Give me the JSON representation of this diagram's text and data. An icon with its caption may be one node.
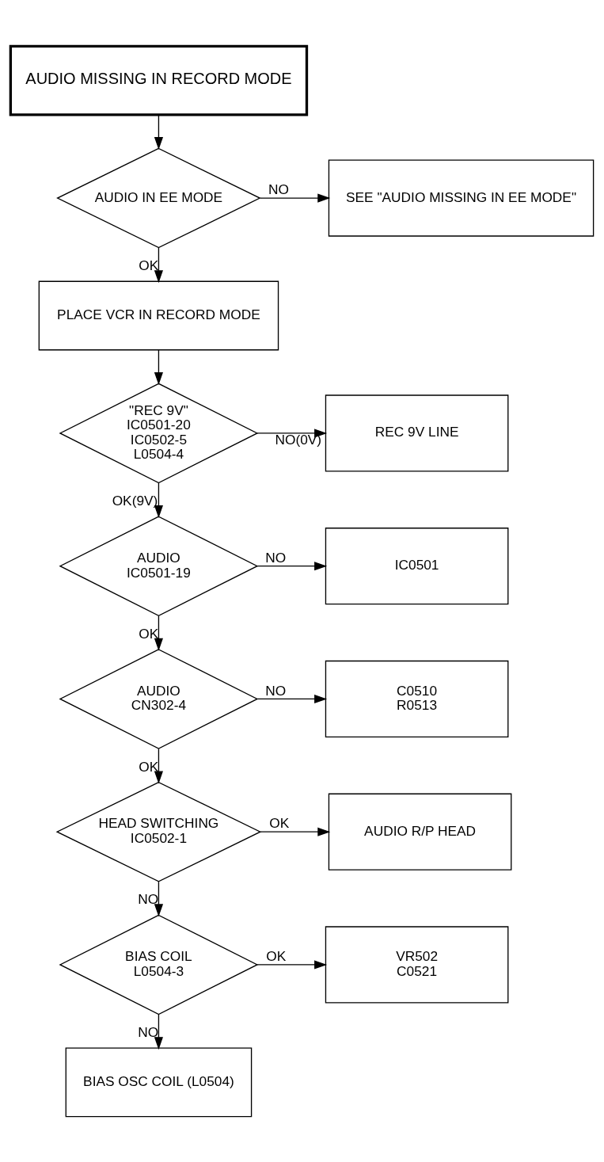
{
  "diagram": {
    "nodes": [
      {
        "text": [
          "AUDIO MISSING IN RECORD MODE"
        ]
      },
      {
        "text": [
          "AUDIO IN EE MODE"
        ]
      },
      {
        "text": [
          "SEE \"AUDIO MISSING IN EE MODE\""
        ]
      },
      {
        "text": [
          "PLACE VCR IN RECORD MODE"
        ]
      },
      {
        "text": [
          "\"REC 9V\"",
          "IC0501-20",
          "IC0502-5",
          "L0504-4"
        ]
      },
      {
        "text": [
          "REC 9V LINE"
        ]
      },
      {
        "text": [
          "AUDIO",
          "IC0501-19"
        ]
      },
      {
        "text": [
          "IC0501"
        ]
      },
      {
        "text": [
          "AUDIO",
          "CN302-4"
        ]
      },
      {
        "text": [
          "C0510",
          "R0513"
        ]
      },
      {
        "text": [
          "HEAD SWITCHING",
          "IC0502-1"
        ]
      },
      {
        "text": [
          "AUDIO R/P HEAD"
        ]
      },
      {
        "text": [
          "BIAS COIL",
          "L0504-3"
        ]
      },
      {
        "text": [
          "VR502",
          "C0521"
        ]
      },
      {
        "text": [
          "BIAS OSC COIL (L0504)"
        ]
      }
    ],
    "edges": [
      {
        "from": 0,
        "to": 1,
        "arrow": "to"
      },
      {
        "from": 1,
        "to": 2,
        "arrow": "to",
        "label": "NO"
      },
      {
        "from": 1,
        "to": 3,
        "arrow": "to",
        "label": "OK"
      },
      {
        "from": 3,
        "to": 4,
        "arrow": "to"
      },
      {
        "from": 4,
        "to": 5,
        "arrow": "to",
        "label": "NO(0V)"
      },
      {
        "from": 4,
        "to": 6,
        "arrow": "to",
        "label": "OK(9V)"
      },
      {
        "from": 6,
        "to": 7,
        "arrow": "to",
        "label": "NO"
      },
      {
        "from": 6,
        "to": 8,
        "arrow": "to",
        "label": "OK"
      },
      {
        "from": 8,
        "to": 9,
        "arrow": "to",
        "label": "NO"
      },
      {
        "from": 8,
        "to": 10,
        "arrow": "to",
        "label": "OK"
      },
      {
        "from": 10,
        "to": 11,
        "arrow": "to",
        "label": "OK"
      },
      {
        "from": 10,
        "to": 12,
        "arrow": "to",
        "label": "NO"
      },
      {
        "from": 12,
        "to": 13,
        "arrow": "to",
        "label": "OK"
      },
      {
        "from": 12,
        "to": 14,
        "arrow": "to",
        "label": "NO"
      }
    ]
  }
}
